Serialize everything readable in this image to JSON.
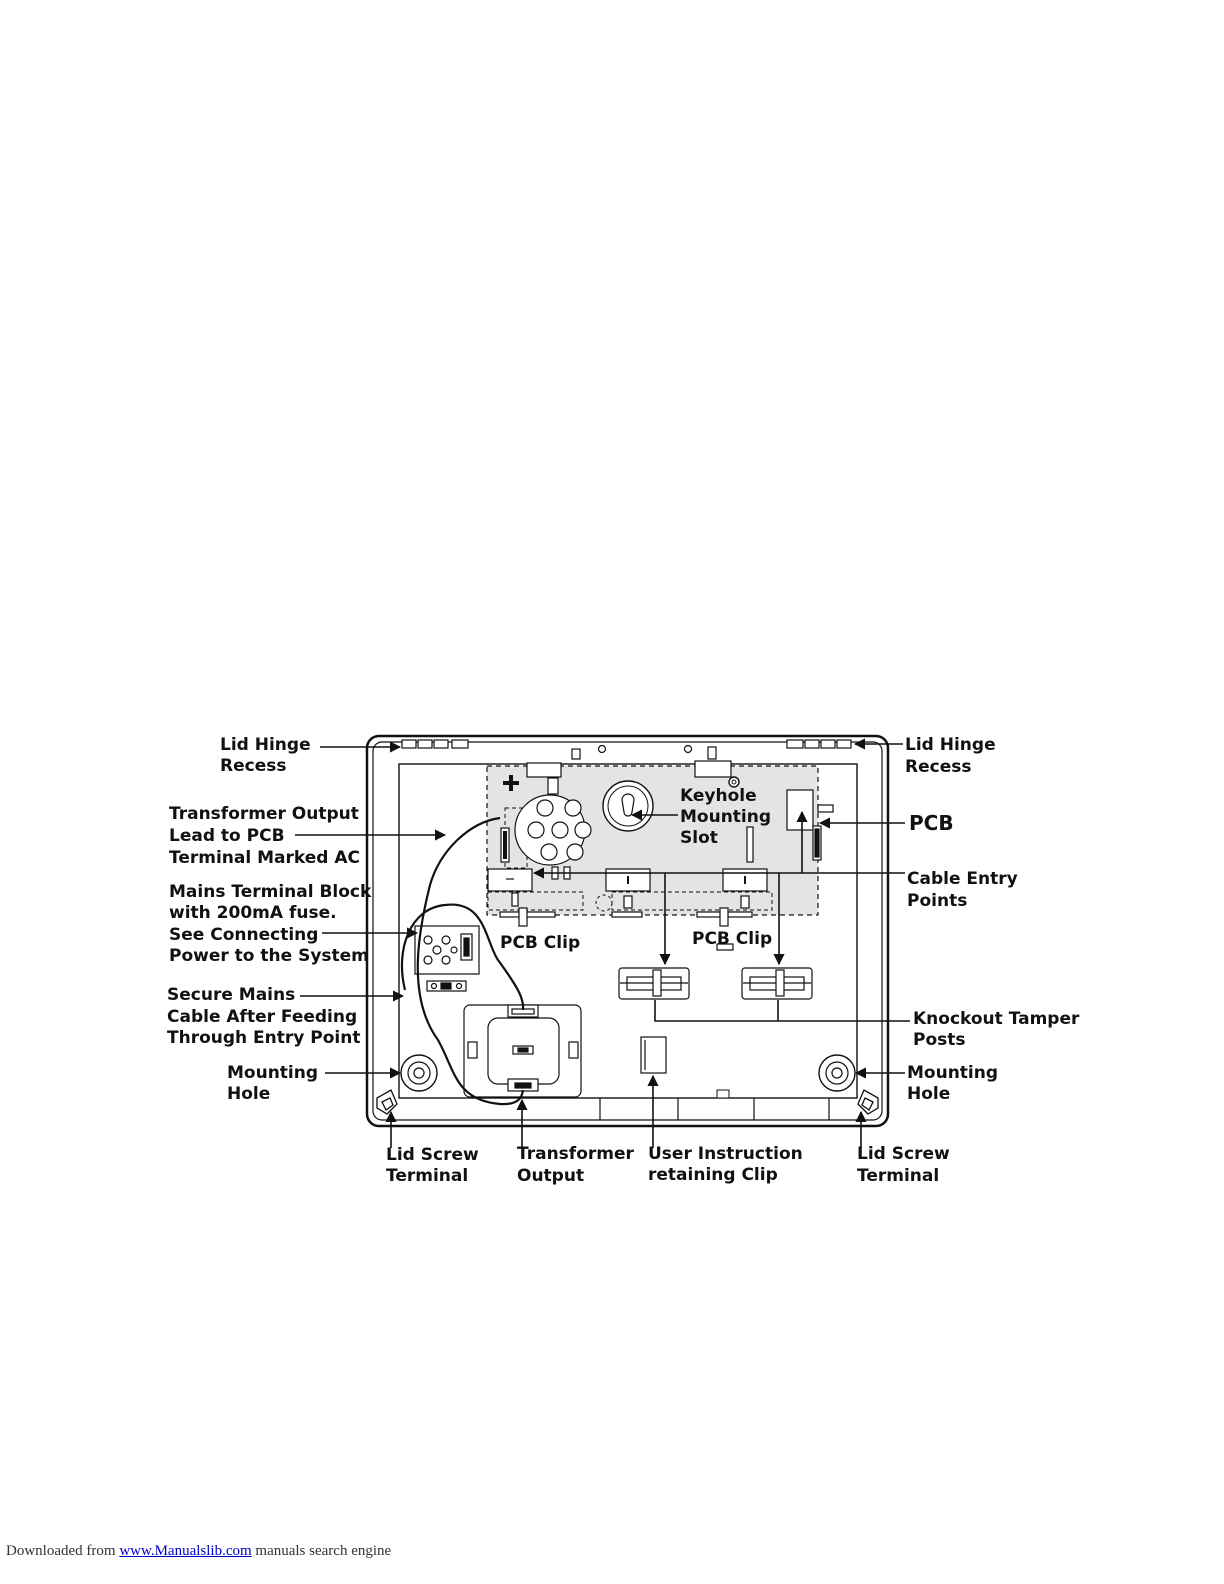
{
  "labels": {
    "lid_hinge_left": [
      "Lid Hinge",
      "Recess"
    ],
    "lid_hinge_right": [
      "Lid Hinge",
      "Recess"
    ],
    "transformer_output_lead": [
      "Transformer Output",
      "Lead to PCB",
      "Terminal Marked AC"
    ],
    "keyhole": [
      "Keyhole",
      "Mounting",
      "Slot"
    ],
    "pcb": "PCB",
    "mains_terminal": [
      "Mains Terminal Block",
      "with 200mA fuse.",
      "See Connecting",
      "Power to the System"
    ],
    "cable_entry": [
      "Cable Entry",
      "Points"
    ],
    "pcb_clip_left": "PCB Clip",
    "pcb_clip_right": "PCB Clip",
    "secure_mains": [
      "Secure Mains",
      "Cable After Feeding",
      "Through Entry Point"
    ],
    "knockout_tamper": [
      "Knockout Tamper",
      "Posts"
    ],
    "mounting_hole_left": [
      "Mounting",
      "Hole"
    ],
    "mounting_hole_right": [
      "Mounting",
      "Hole"
    ],
    "lid_screw_left": [
      "Lid Screw",
      "Terminal"
    ],
    "transformer_output": [
      "Transformer",
      "Output"
    ],
    "user_instruction": [
      "User Instruction",
      "retaining Clip"
    ],
    "lid_screw_right": [
      "Lid Screw",
      "Terminal"
    ]
  },
  "footer": {
    "prefix": "Downloaded from",
    "link": "www.Manualslib.com",
    "suffix": "manuals search engine"
  }
}
